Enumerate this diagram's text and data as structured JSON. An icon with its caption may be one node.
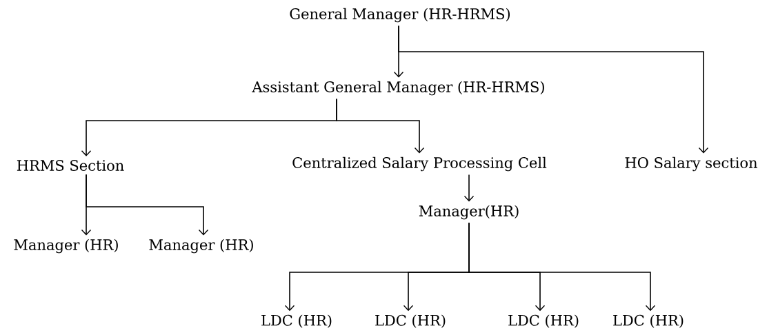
{
  "diagram": {
    "nodes": [
      {
        "text": [
          "General Manager (HR-HRMS)"
        ]
      },
      {
        "text": [
          "Assistant General Manager (HR-HRMS)"
        ]
      },
      {
        "text": [
          "HRMS Section"
        ]
      },
      {
        "text": [
          "Centralized Salary Processing Cell"
        ]
      },
      {
        "text": [
          "HO Salary section"
        ]
      },
      {
        "text": [
          "Manager (HR)"
        ]
      },
      {
        "text": [
          "Manager (HR)"
        ]
      },
      {
        "text": [
          "Manager(HR)"
        ]
      },
      {
        "text": [
          "LDC (HR)"
        ]
      },
      {
        "text": [
          "LDC (HR)"
        ]
      },
      {
        "text": [
          "LDC (HR)"
        ]
      },
      {
        "text": [
          "LDC (HR)"
        ]
      }
    ],
    "edges": [
      {
        "from": 0,
        "to": 1,
        "arrow": "to"
      },
      {
        "from": 0,
        "to": 4,
        "arrow": "to"
      },
      {
        "from": 1,
        "to": 2,
        "arrow": "to"
      },
      {
        "from": 1,
        "to": 3,
        "arrow": "to"
      },
      {
        "from": 2,
        "to": 5,
        "arrow": "to"
      },
      {
        "from": 2,
        "to": 6,
        "arrow": "to"
      },
      {
        "from": 3,
        "to": 7,
        "arrow": "to"
      },
      {
        "from": 7,
        "to": 8,
        "arrow": "to"
      },
      {
        "from": 7,
        "to": 9,
        "arrow": "to"
      },
      {
        "from": 7,
        "to": 10,
        "arrow": "to"
      },
      {
        "from": 7,
        "to": 11,
        "arrow": "to"
      }
    ]
  }
}
